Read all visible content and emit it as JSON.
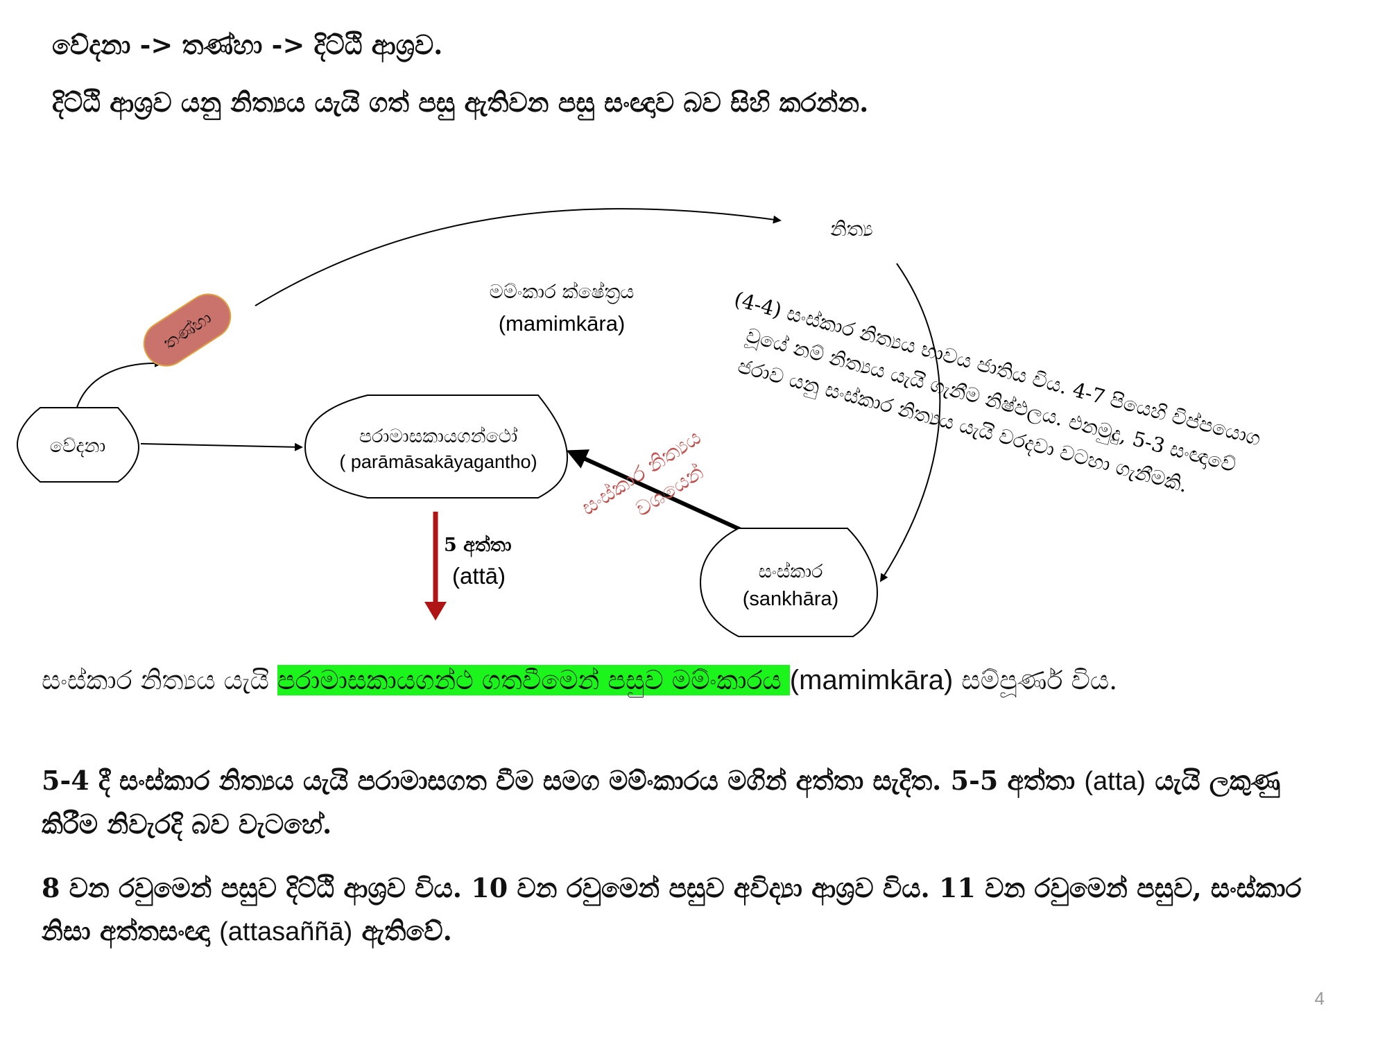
{
  "header": {
    "line1": "වේදනා  -> තණ්හා  -> දිට්ඨි ආශ්‍රව.",
    "line2": "දිට්ඨි ආශ්‍රව යනු නිත්‍යය යැයි ගත් පසු ඇතිවන පසු සංඥාව බව සිහි කරන්න."
  },
  "diagram": {
    "vedana": "වේදනා",
    "tanha": "තණ්හා",
    "nichcha": "නිත්‍ය",
    "mamimkara_si": "මම්ංකාර ක්ෂේත්‍රය",
    "mamimkara_en": "(mamimkāra)",
    "paramasa_si": "පරාමාසකායගන්ථෝ",
    "paramasa_en": "( parāmāsakāyagantho)",
    "sankhara_si": "සංස්කාර",
    "sankhara_en": "(sankhāra)",
    "atta_si": "5 අත්තා",
    "atta_en": "(attā)",
    "red_label_1": "සංස්කාර නිත්‍යය",
    "red_label_2": "වශයෙන්",
    "note_line1": "(4-4) සංස්කාර නිත්‍යය භාවය ජාතිය විය. 4-7 පියෙහි විප්පයොග",
    "note_line2": "වූයේ නම් නිත්‍යය යැයි ගැනීම නිෂ්ඵලය. එනමුදු, 5-3 සංඥාවේ",
    "note_line3": "ජරාව යනු සංස්කාර නිත්‍යය යැයි  වරදවා  වටහා ගැනීමකි."
  },
  "paragraphs": {
    "p1_pre": "සංස්කාර නිත්‍යය යැයි ",
    "p1_highlight": "පරාමාසකායගන්ථ ගතවීමෙන් පසුව මම්ංකාරය ",
    "p1_lat": "(mamimkāra)",
    "p1_post": " සම්පූර්ණ විය.",
    "p2_a": "5-4 දී සංස්කාර නිත්‍යය යැයි පරාමාසගත වීම සමග මම්ංකාරය මගින් අත්තා සැදිත. 5-5 අත්තා ",
    "p2_lat": "(atta)",
    "p2_b": " යැයි ලකුණු කිරීම නිවැරදි බව වැටහේ.",
    "p3_a": "8 වන රවුමෙන් පසුව දිට්ඨි ආශ්‍රව විය. 10 වන රවුමෙන් පසුව අවිද්‍යා ආශ්‍රව විය. 11 වන රවුමෙන් පසුව, සංස්කාර නිසා අත්තසංඥා ",
    "p3_lat": "(attasaññā)",
    "p3_b": " ඇතිවේ."
  },
  "page_number": "4",
  "colors": {
    "tanha_fill": "#c9736c",
    "tanha_stroke": "#e0a040",
    "red_arrow": "#b01515",
    "red_label": "#c0504d",
    "highlight": "#1cf51c"
  }
}
